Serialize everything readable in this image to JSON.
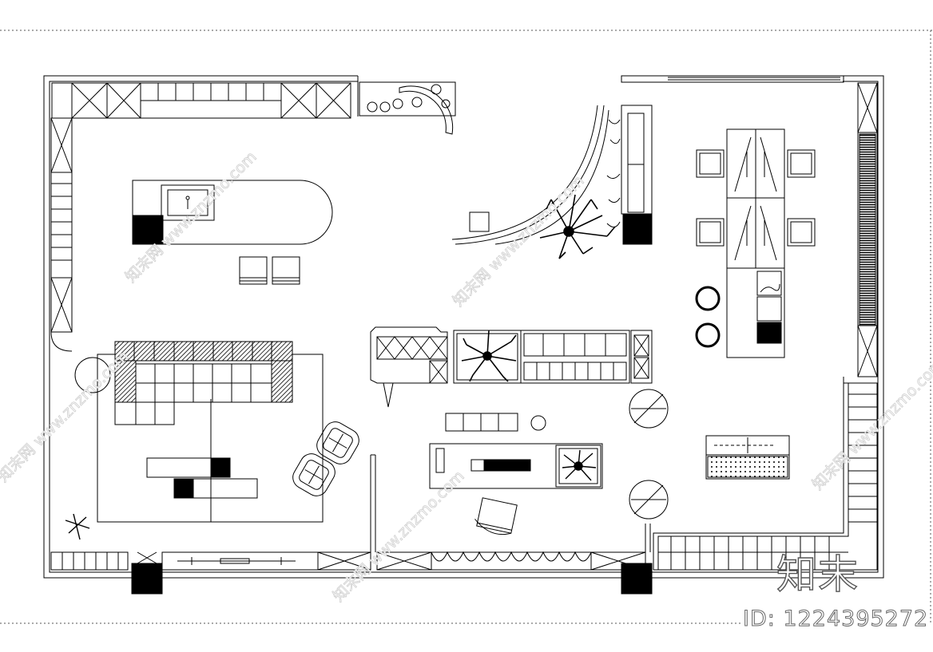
{
  "watermark": {
    "brand": "知末",
    "id_text": "ID: 1224395272",
    "diagonal_text": "知末网 www.znzmo.com"
  },
  "colors": {
    "line": "#000000",
    "fill_dark": "#000000",
    "dotted_border": "#555555",
    "watermark": "#cfcfcf"
  },
  "icons": [
    "tree-icon",
    "armchair-icon",
    "dining-chair-icon",
    "round-stool-icon",
    "potted-plant-icon",
    "sink-icon",
    "shrub-icon"
  ]
}
